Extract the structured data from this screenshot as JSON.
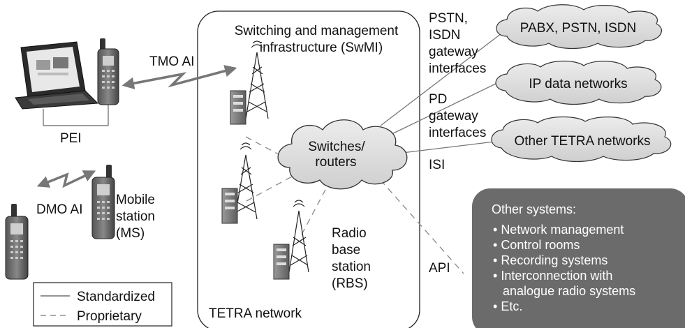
{
  "network": {
    "region_label": "TETRA network",
    "swmi_line1": "Switching and management",
    "swmi_line2": "infrastructure (SwMI)",
    "switch_line1": "Switches/",
    "switch_line2": "routers",
    "rbs_lines": [
      "Radio",
      "base",
      "station",
      "(RBS)"
    ]
  },
  "left": {
    "tmo": "TMO AI",
    "pei": "PEI",
    "dmo": "DMO AI",
    "ms_lines": [
      "Mobile",
      "station",
      "(MS)"
    ]
  },
  "interfaces": {
    "pstn_lines": [
      "PSTN,",
      "ISDN",
      "gateway",
      "interfaces"
    ],
    "pd_lines": [
      "PD",
      "gateway",
      "interfaces"
    ],
    "isi": "ISI",
    "api": "API"
  },
  "clouds": {
    "pabx": "PABX, PSTN, ISDN",
    "ip": "IP data networks",
    "tetra": "Other TETRA networks"
  },
  "other_systems": {
    "title": "Other systems:",
    "items": [
      "Network management",
      "Control rooms",
      "Recording systems",
      "Interconnection with",
      "analogue radio systems",
      "Etc."
    ]
  },
  "legend": {
    "standardized": "Standardized",
    "proprietary": "Proprietary"
  }
}
